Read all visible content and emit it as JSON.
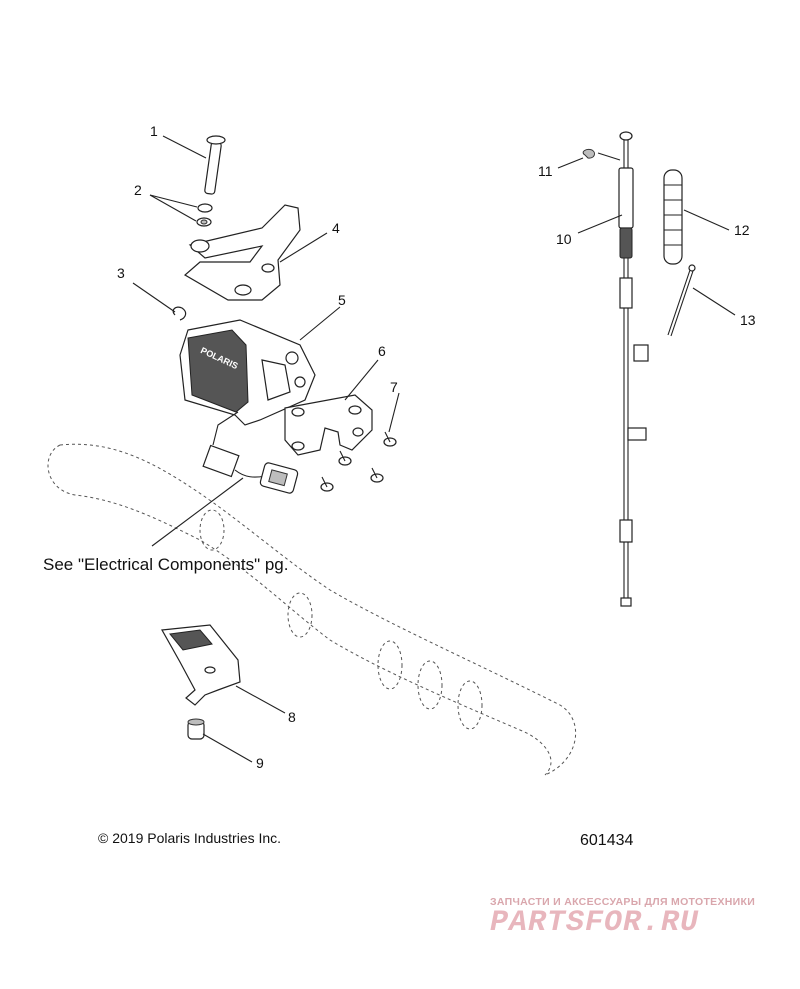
{
  "callouts": [
    "1",
    "2",
    "3",
    "4",
    "5",
    "6",
    "7",
    "8",
    "9",
    "10",
    "11",
    "12",
    "13"
  ],
  "note": "See \"Electrical Components\" pg.",
  "copyright": "© 2019 Polaris Industries Inc.",
  "part_number": "601434",
  "brand_on_part": "POLARIS",
  "watermark": {
    "tagline": "ЗАПЧАСТИ И АКСЕССУАРЫ ДЛЯ МОТОТЕХНИКИ",
    "logo": "PARTSFOR.RU",
    "color": "#e8b6bd"
  }
}
